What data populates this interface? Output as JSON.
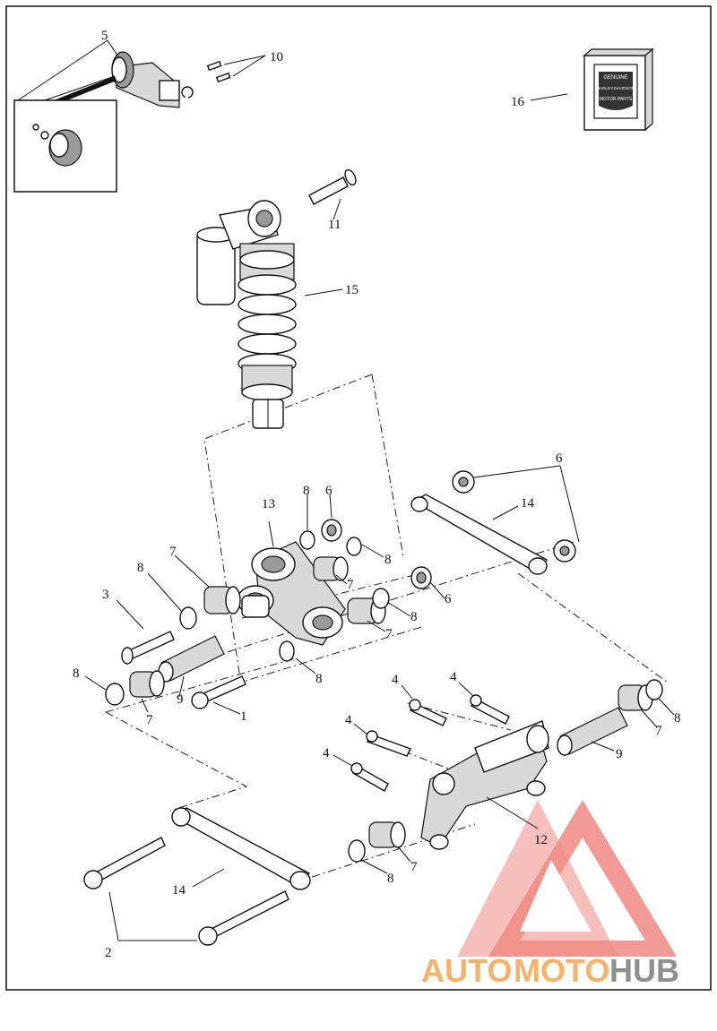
{
  "callouts": {
    "c1": "1",
    "c2": "2",
    "c3": "3",
    "c4a": "4",
    "c4b": "4",
    "c4c": "4",
    "c4d": "4",
    "c5": "5",
    "c6a": "6",
    "c6b": "6",
    "c7a": "7",
    "c7b": "7",
    "c7c": "7",
    "c7d": "7",
    "c7e": "7",
    "c7f": "7",
    "c8a": "8",
    "c8b": "8",
    "c8c": "8",
    "c8d": "8",
    "c8e": "8",
    "c8f": "8",
    "c8g": "8",
    "c8h": "8",
    "c9a": "9",
    "c9b": "9",
    "c10": "10",
    "c11": "11",
    "c12": "12",
    "c13": "13",
    "c14a": "14",
    "c14b": "14",
    "c15": "15",
    "c16": "16"
  },
  "badge": {
    "line1": "GENUINE",
    "line2": "HARLEY-DAVIDSON",
    "line3": "MOTOR PARTS"
  },
  "watermark": {
    "part1": "AUTO",
    "part2": "MOTO",
    "part3": "HUB"
  },
  "colors": {
    "watermark_red": "#f08a84",
    "watermark_orange": "#f7b26a",
    "watermark_gray": "#8f8f8f",
    "line": "#111111"
  }
}
